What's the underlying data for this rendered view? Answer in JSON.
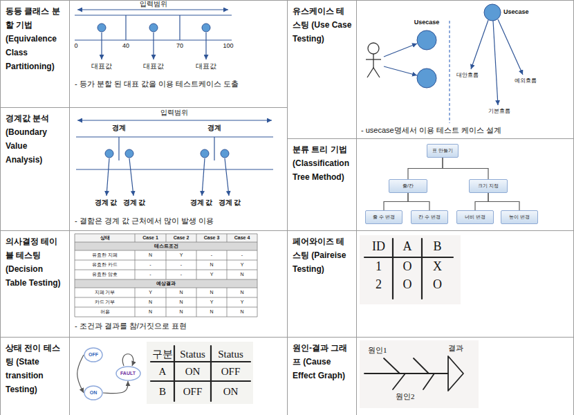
{
  "diagram": {
    "nodes": [
      {
        "text": [
          "동등 클래스 분할 기법 (Equivalence Class Partitioning)"
        ]
      },
      {
        "text": [
          "경계값 분석 (Boundary Value Analysis)"
        ]
      },
      {
        "text": [
          "의사결정 테이블 테스팅 (Decision Table Testing)"
        ]
      },
      {
        "text": [
          "상태 전이 테스팅 (State transition Testing)"
        ]
      },
      {
        "text": [
          "OFF"
        ]
      },
      {
        "text": [
          "FAULT"
        ]
      },
      {
        "text": [
          "ON"
        ]
      },
      {
        "text": [
          "유스케이스 테스팅 (Use Case Testing)"
        ]
      },
      {
        "text": [
          "Usecase"
        ]
      },
      {
        "text": [
          "Usecase"
        ]
      },
      {
        "text": [
          "분류 트리 기법 (Classification Tree Method)"
        ]
      },
      {
        "text": [
          "표 만들기"
        ]
      },
      {
        "text": [
          "줄/칸"
        ]
      },
      {
        "text": [
          "크기 지정"
        ]
      },
      {
        "text": [
          "줄 수 변경"
        ]
      },
      {
        "text": [
          "칸 수 변경"
        ]
      },
      {
        "text": [
          "너비 변경"
        ]
      },
      {
        "text": [
          "높이 변경"
        ]
      },
      {
        "text": [
          "페어와이즈 테스팅 (Paireise Testing)"
        ]
      },
      {
        "text": [
          "원인-결과 그래프 (Cause Effect Graph)"
        ]
      }
    ],
    "edges": [
      {
        "from": 4,
        "to": 6,
        "arrow": "to"
      },
      {
        "from": 6,
        "to": 5,
        "arrow": "to"
      },
      {
        "from": 11,
        "to": 12,
        "arrow": "none"
      },
      {
        "from": 11,
        "to": 13,
        "arrow": "none"
      },
      {
        "from": 12,
        "to": 14,
        "arrow": "none"
      },
      {
        "from": 12,
        "to": 15,
        "arrow": "none"
      },
      {
        "from": 13,
        "to": 16,
        "arrow": "none"
      },
      {
        "from": 13,
        "to": 17,
        "arrow": "none"
      }
    ],
    "labels": [
      "입력범위",
      "0",
      "40",
      "70",
      "100",
      "대표값",
      "대표값",
      "대표값",
      "- 등가 분할 된 대표 값을 이용 테스트케이스 도출",
      "입력범위",
      "경계",
      "경계",
      "경계 값",
      "경계 값",
      "경계 값",
      "경계 값",
      "- 결함은 경계 값 근처에서 많이 발생 이용",
      "상태",
      "Case 1",
      "Case 2",
      "Case 3",
      "Case 4",
      "테스트조건",
      "유효한 지폐",
      "N",
      "Y",
      "-",
      "-",
      "유효한 카드",
      "-",
      "-",
      "N",
      "Y",
      "유효한 암호",
      "-",
      "-",
      "Y",
      "N",
      "예상결과",
      "지폐 거부",
      "Y",
      "N",
      "N",
      "N",
      "카드 거부",
      "N",
      "N",
      "Y",
      "Y",
      "허용",
      "N",
      "N",
      "N",
      "N",
      "- 조건과 결과를 참/거짓으로 표현",
      "구분",
      "Status",
      "Status",
      "A",
      "ON",
      "OFF",
      "B",
      "OFF",
      "ON",
      "대안흐름",
      "예외흐름",
      "기본흐름",
      "- usecase명세서 이용 테스트 케이스 설계",
      "ID",
      "A",
      "B",
      "1",
      "O",
      "X",
      "2",
      "O",
      "O",
      "원인1",
      "결과",
      "원인2"
    ]
  }
}
